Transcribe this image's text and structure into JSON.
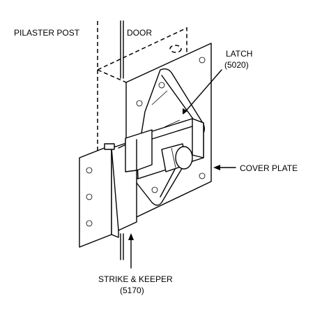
{
  "labels": {
    "pilaster_post": "PILASTER POST",
    "door": "DOOR",
    "latch_name": "LATCH",
    "latch_code": "(5020)",
    "cover_plate": "COVER PLATE",
    "strike_name": "STRIKE & KEEPER",
    "strike_code": "(5170)"
  },
  "colors": {
    "line": "#000000",
    "background": "#ffffff"
  }
}
